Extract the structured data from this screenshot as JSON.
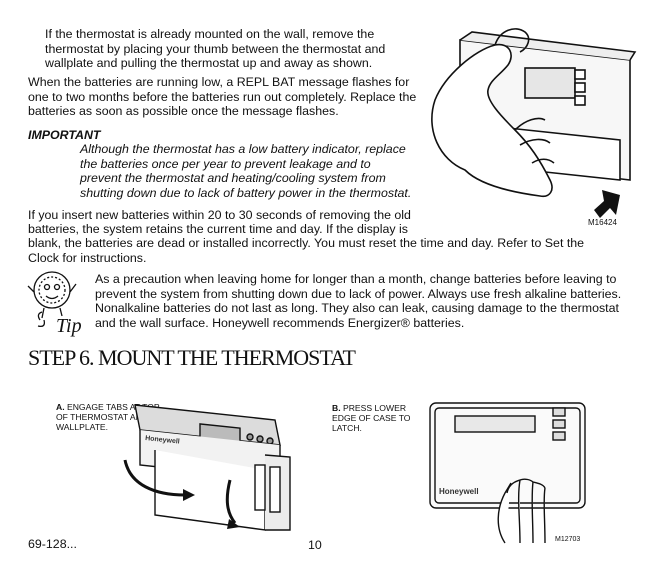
{
  "intro": {
    "paragraph1": "If the thermostat is already mounted on the wall, remove the thermostat by placing your thumb between the thermostat and wallplate and pulling the thermostat up and away as shown.",
    "paragraph2": "When the batteries are running low, a REPL BAT message flashes for one to two months before the batteries run out completely. Replace the batteries as soon as possible once the message flashes."
  },
  "important": {
    "title": "IMPORTANT",
    "body": "Although the thermostat has a low battery indicator, replace the batteries once per year to prevent leakage and to prevent the thermostat and heating/cooling system from shutting down due to lack of battery power in the thermostat."
  },
  "new_batteries": {
    "line1": "If you insert new batteries within 20 to 30 seconds of removing the old",
    "line2": "batteries, the system retains the current time and day. If the display is",
    "line3": "blank, the batteries are dead or installed incorrectly. You must reset the time and day. Refer to Set the Clock for instructions."
  },
  "tip": {
    "label": "Tip",
    "body": "As a precaution when leaving home for longer than a month, change batteries before leaving to prevent the system from shutting down due to lack of power. Always use fresh alkaline batteries. Nonalkaline batteries do not last as long. They also can leak, causing damage to the thermostat and the wall surface. Honeywell recommends Energizer® batteries."
  },
  "step": {
    "heading": "STEP 6. MOUNT THE THERMOSTAT"
  },
  "figure_top": {
    "code": "M16424"
  },
  "figure_a": {
    "letter": "A.",
    "caption": "ENGAGE TABS AT TOP OF THERMOSTAT AND WALLPLATE.",
    "brand": "Honeywell"
  },
  "figure_b": {
    "letter": "B.",
    "caption": "PRESS LOWER EDGE OF CASE TO LATCH.",
    "brand": "Honeywell",
    "code": "M12703"
  },
  "footer": {
    "doc_number": "69-128...",
    "page_number": "10"
  }
}
